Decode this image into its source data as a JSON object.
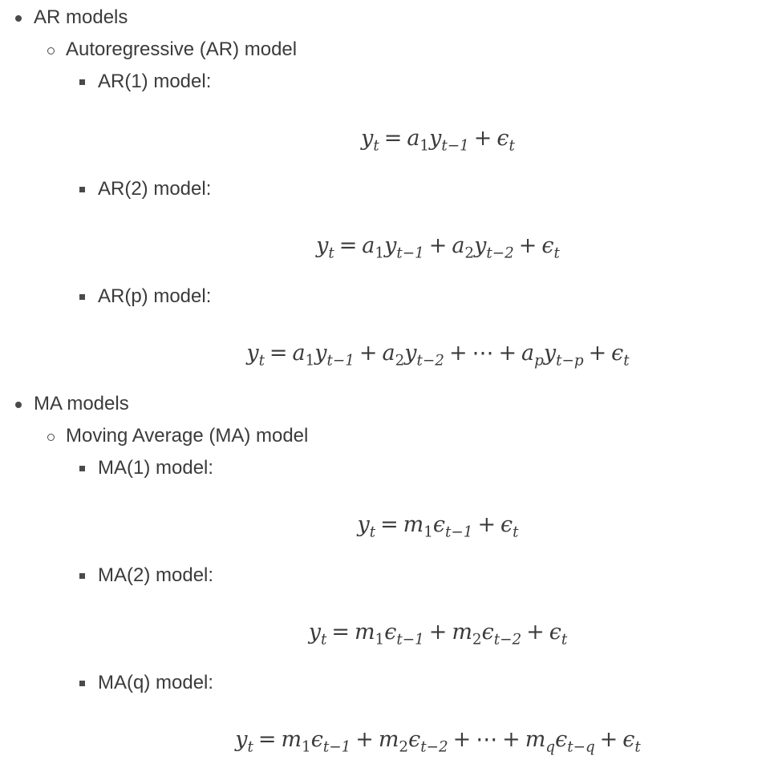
{
  "sections": [
    {
      "heading": "AR models",
      "subheading": "Autoregressive (AR) model",
      "items": [
        {
          "label": "AR(1) model:"
        },
        {
          "label": "AR(2) model:"
        },
        {
          "label": "AR(p) model:"
        }
      ]
    },
    {
      "heading": "MA models",
      "subheading": "Moving Average (MA) model",
      "items": [
        {
          "label": "MA(1) model:"
        },
        {
          "label": "MA(2) model:"
        },
        {
          "label": "MA(q) model:"
        }
      ]
    }
  ],
  "symbols": {
    "y": "y",
    "a": "a",
    "m": "m",
    "eps": "ϵ",
    "t": "t",
    "one": "1",
    "two": "2",
    "p": "p",
    "q": "q",
    "tm1": "t−1",
    "tm2": "t−2",
    "tmp": "t−p",
    "tmq": "t−q",
    "eq": "=",
    "plus": "+",
    "cdots": "⋯"
  }
}
